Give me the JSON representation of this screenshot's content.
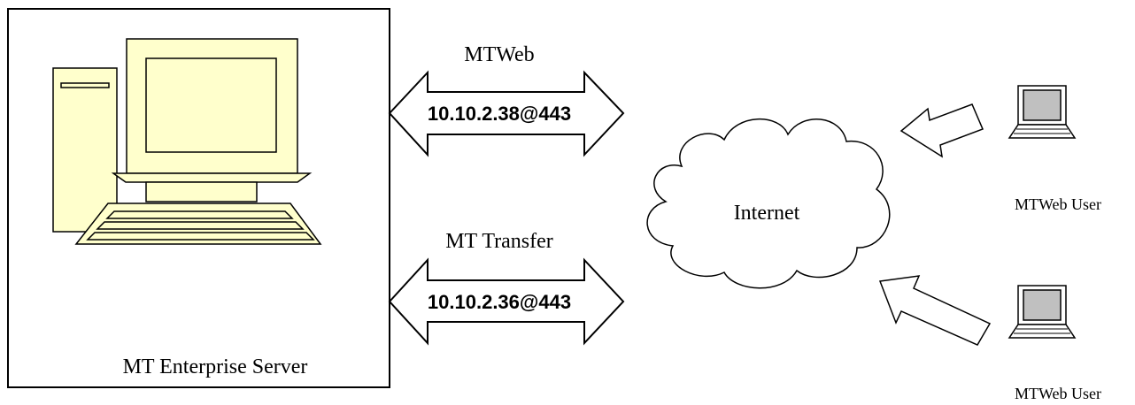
{
  "server": {
    "label": "MT Enterprise Server",
    "fill": "#ffffcc"
  },
  "links": [
    {
      "name": "MTWeb",
      "address": "10.10.2.38@443"
    },
    {
      "name": "MT Transfer",
      "address": "10.10.2.36@443"
    }
  ],
  "cloud": {
    "label": "Internet"
  },
  "users": [
    {
      "label": "MTWeb User"
    },
    {
      "label": "MTWeb User"
    }
  ],
  "colors": {
    "stroke": "#000000",
    "screen": "#c0c0c0",
    "background": "#ffffff"
  }
}
